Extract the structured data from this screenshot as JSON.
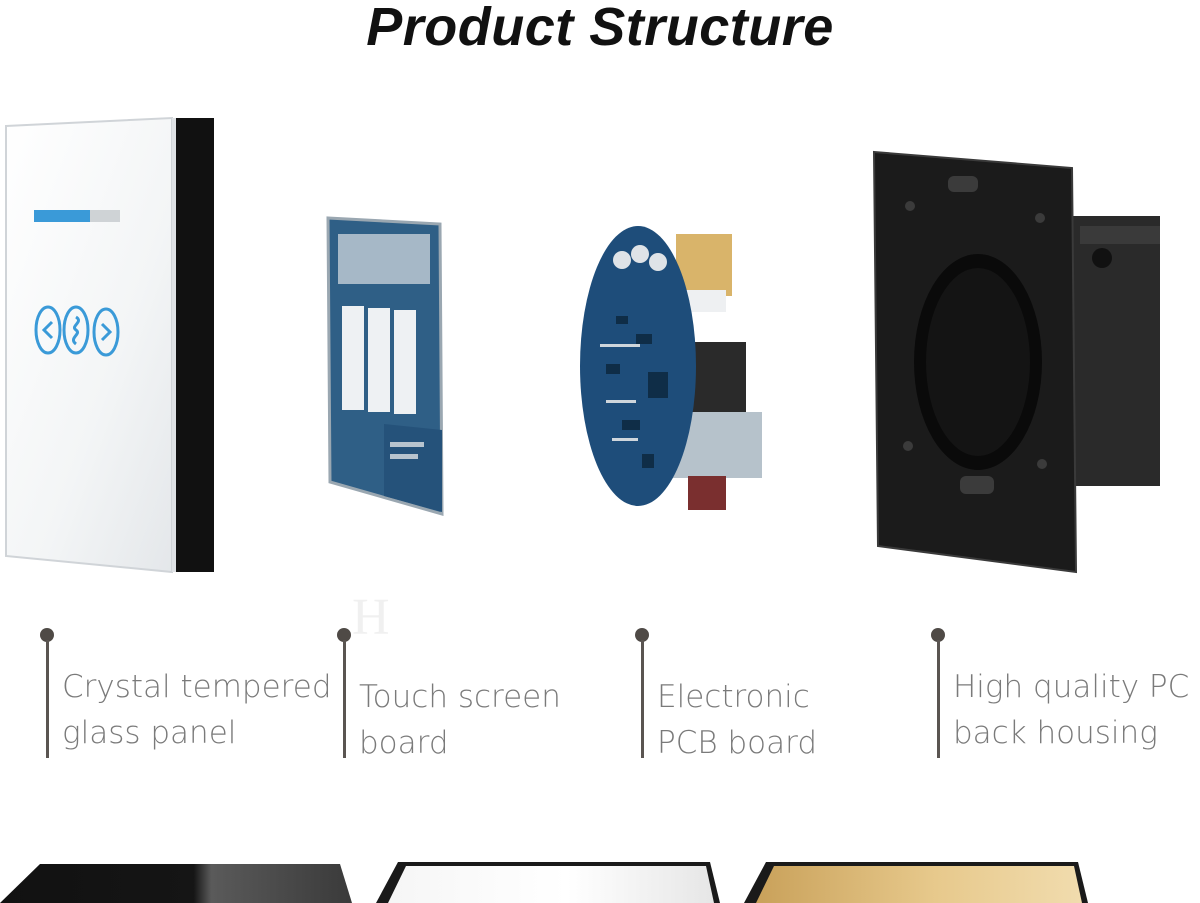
{
  "title": "Product Structure",
  "watermark": "H",
  "parts": [
    {
      "line1": "Crystal tempered",
      "line2": "glass panel"
    },
    {
      "line1": "Touch screen",
      "line2": "board"
    },
    {
      "line1": "Electronic",
      "line2": "PCB board"
    },
    {
      "line1": "High quality PC",
      "line2": "back housing"
    }
  ],
  "colors": {
    "text_gray": "#7a7a7a",
    "marker": "#4f4a46",
    "touch_blue": "#3a9ad8",
    "pcb_blue": "#1e4d7a",
    "housing_black": "#1a1a1a",
    "finish_gold": "#d9b46a"
  },
  "finish_options": [
    "black-panel",
    "white-panel",
    "gold-panel"
  ]
}
